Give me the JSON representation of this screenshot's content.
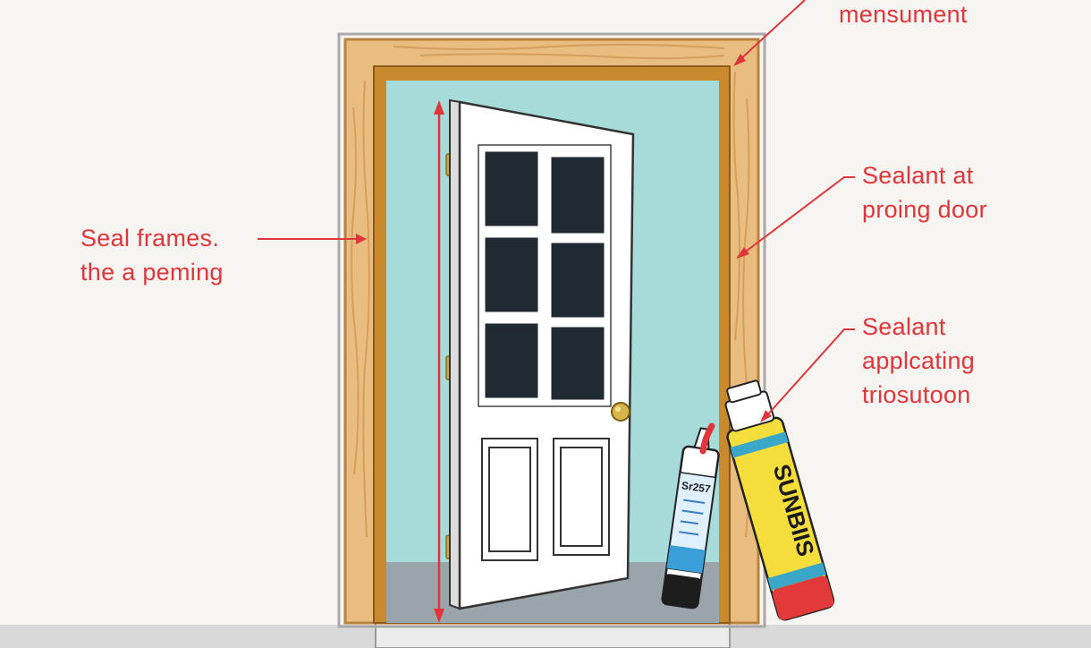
{
  "annotations": {
    "measurement": {
      "lines": [
        "mensument"
      ]
    },
    "seal_frames": {
      "lines": [
        "Seal frames.",
        "the a peming"
      ]
    },
    "sealant_door": {
      "lines": [
        "Sealant at",
        "proing door"
      ]
    },
    "sealant_applying": {
      "lines": [
        "Sealant",
        "applcating",
        "triosutoon"
      ]
    }
  },
  "tubes": {
    "small_label": "Sr257",
    "large_label": "SUNBIIS"
  },
  "colors": {
    "annotation": "#e0353a",
    "wall": "#f6f5f1",
    "frame_wood": "#e6b77a",
    "inner_frame": "#c98a2e",
    "opening": "#a6dbd9",
    "door": "#ffffff",
    "glass": "#1f2a33",
    "floor": "#9aa5ab",
    "tube_yellow": "#f5dd3c"
  }
}
